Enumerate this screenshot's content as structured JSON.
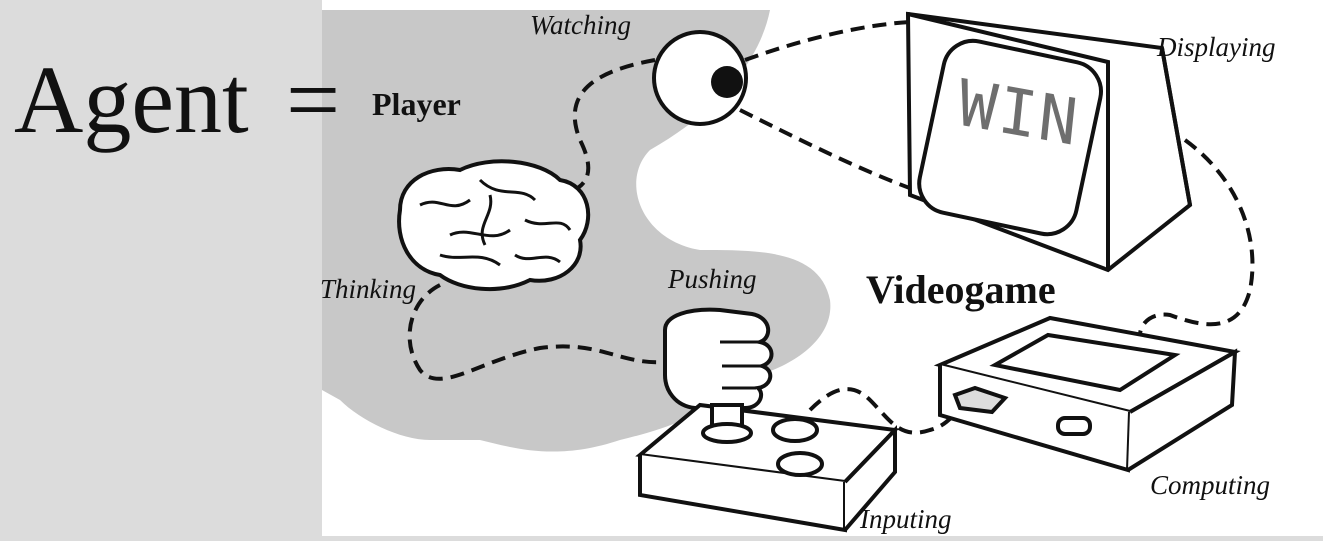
{
  "title": {
    "agent": "Agent",
    "equals": "="
  },
  "labels": {
    "player": "Player",
    "watching": "Watching",
    "displaying": "Displaying",
    "thinking": "Thinking",
    "pushing": "Pushing",
    "videogame": "Videogame",
    "computing": "Computing",
    "inputing": "Inputing"
  },
  "screen_text": "WIN",
  "colors": {
    "page_background": "#dcdcdc",
    "illustration_background": "#ffffff",
    "player_region": "#c8c8c8",
    "ink": "#111111"
  },
  "icons": [
    "eye-icon",
    "brain-icon",
    "fist-icon",
    "monitor-icon",
    "console-icon",
    "joystick-icon"
  ]
}
